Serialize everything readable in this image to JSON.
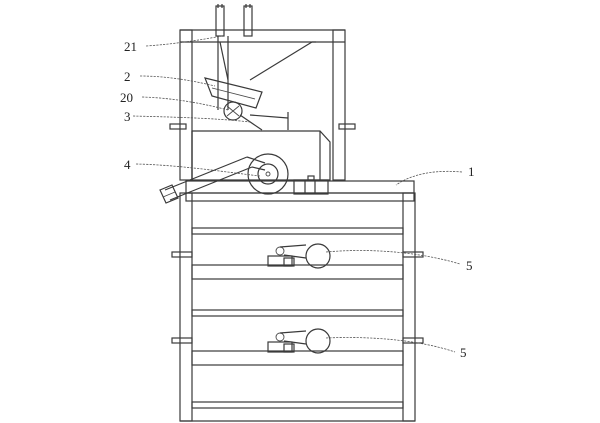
{
  "callouts": {
    "label_21": "21",
    "label_2": "2",
    "label_20": "20",
    "label_3": "3",
    "label_4": "4",
    "label_1": "1",
    "label_5_upper": "5",
    "label_5_lower": "5"
  },
  "colors": {
    "line": "#3a3a3a",
    "background": "#ffffff"
  }
}
